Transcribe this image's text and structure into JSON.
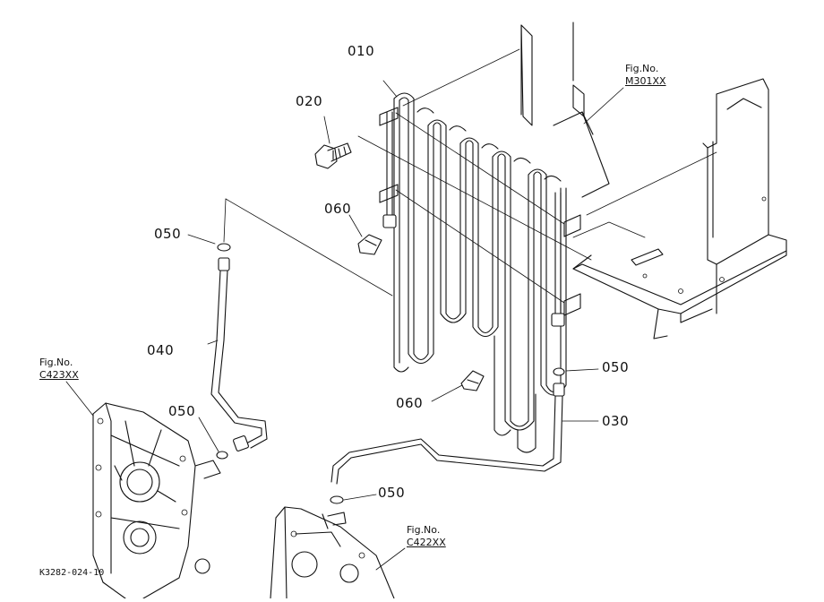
{
  "parts": {
    "p010": "010",
    "p020": "020",
    "p030": "030",
    "p040": "040",
    "p050a": "050",
    "p050b": "050",
    "p050c": "050",
    "p050d": "050",
    "p060a": "060",
    "p060b": "060"
  },
  "references": {
    "m301": {
      "fig": "Fig.No.",
      "num": "M301XX"
    },
    "c423": {
      "fig": "Fig.No.",
      "num": "C423XX"
    },
    "c422": {
      "fig": "Fig.No.",
      "num": "C422XX"
    }
  },
  "drawing_code": "K3282-024-10"
}
